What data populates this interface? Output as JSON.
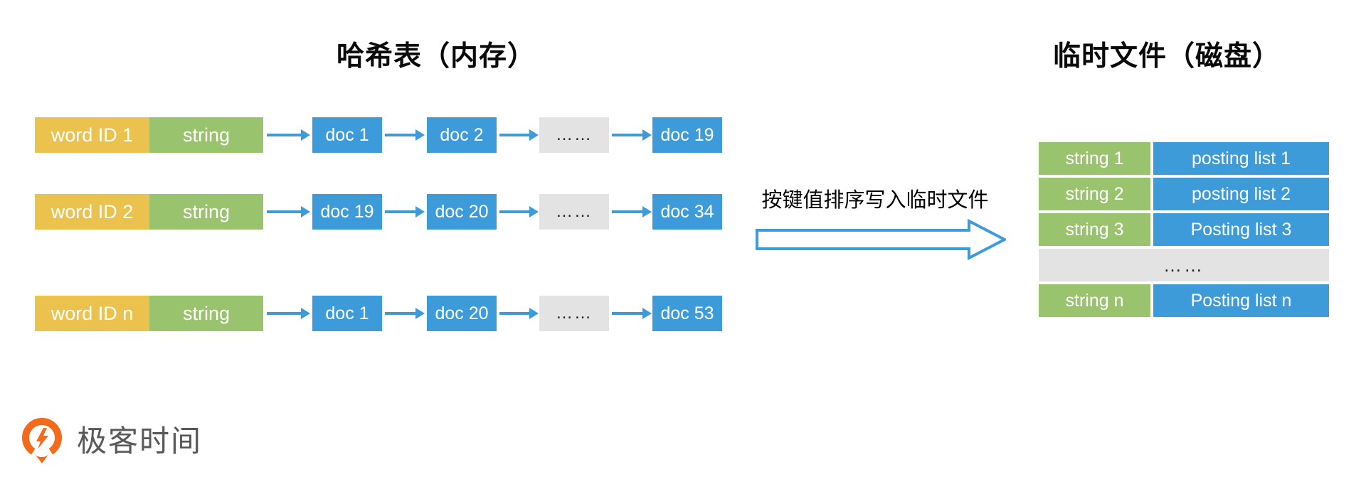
{
  "left_panel": {
    "title": "哈希表（内存）",
    "rows": [
      {
        "word_id": "word ID 1",
        "string_label": "string",
        "nodes": [
          "doc 1",
          "doc 2",
          "……",
          "doc 19"
        ]
      },
      {
        "word_id": "word ID 2",
        "string_label": "string",
        "nodes": [
          "doc 19",
          "doc 20",
          "……",
          "doc 34"
        ]
      },
      {
        "word_id": "word ID n",
        "string_label": "string",
        "nodes": [
          "doc 1",
          "doc 20",
          "……",
          "doc 53"
        ]
      }
    ]
  },
  "transition": {
    "label": "按键值排序写入临时文件",
    "arrow_icon": "hollow-right-arrow"
  },
  "right_panel": {
    "title": "临时文件（磁盘）",
    "rows": [
      {
        "key": "string 1",
        "value": "posting list 1"
      },
      {
        "key": "string 2",
        "value": "posting list 2"
      },
      {
        "key": "string 3",
        "value": "Posting list 3"
      }
    ],
    "ellipsis": "……",
    "last_row": {
      "key": "string n",
      "value": "Posting list n"
    }
  },
  "branding": {
    "logo_icon": "geektime-logo",
    "logo_text": "极客时间"
  },
  "colors": {
    "key_yellow": "#ECC24E",
    "value_green": "#9AC36E",
    "node_blue": "#3D9BD9",
    "ellipsis_gray": "#E3E3E3",
    "arrow_blue": "#3D9BD9",
    "logo_orange": "#F26B1D",
    "logo_text_gray": "#595757"
  }
}
